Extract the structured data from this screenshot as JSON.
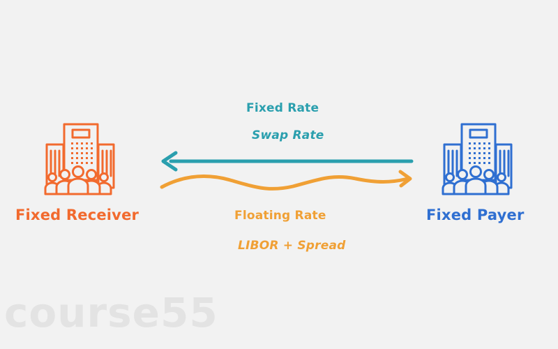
{
  "colors": {
    "background": "#f2f2f2",
    "receiver": "#f26a2e",
    "payer": "#2f6fd1",
    "fixed_flow": "#2a9fae",
    "floating_flow": "#f0a035",
    "watermark": "#e3e3e3"
  },
  "icons": {
    "receiver": "office-building-with-people-icon",
    "payer": "office-building-with-people-icon"
  },
  "receiver": {
    "name": "Fixed Receiver"
  },
  "payer": {
    "name": "Fixed Payer"
  },
  "fixed_leg": {
    "title": "Fixed Rate",
    "subtitle": "Swap Rate",
    "direction": "payer-to-receiver"
  },
  "floating_leg": {
    "title": "Floating Rate",
    "subtitle": "LIBOR + Spread",
    "direction": "receiver-to-payer"
  },
  "watermark": {
    "text": "course55"
  }
}
